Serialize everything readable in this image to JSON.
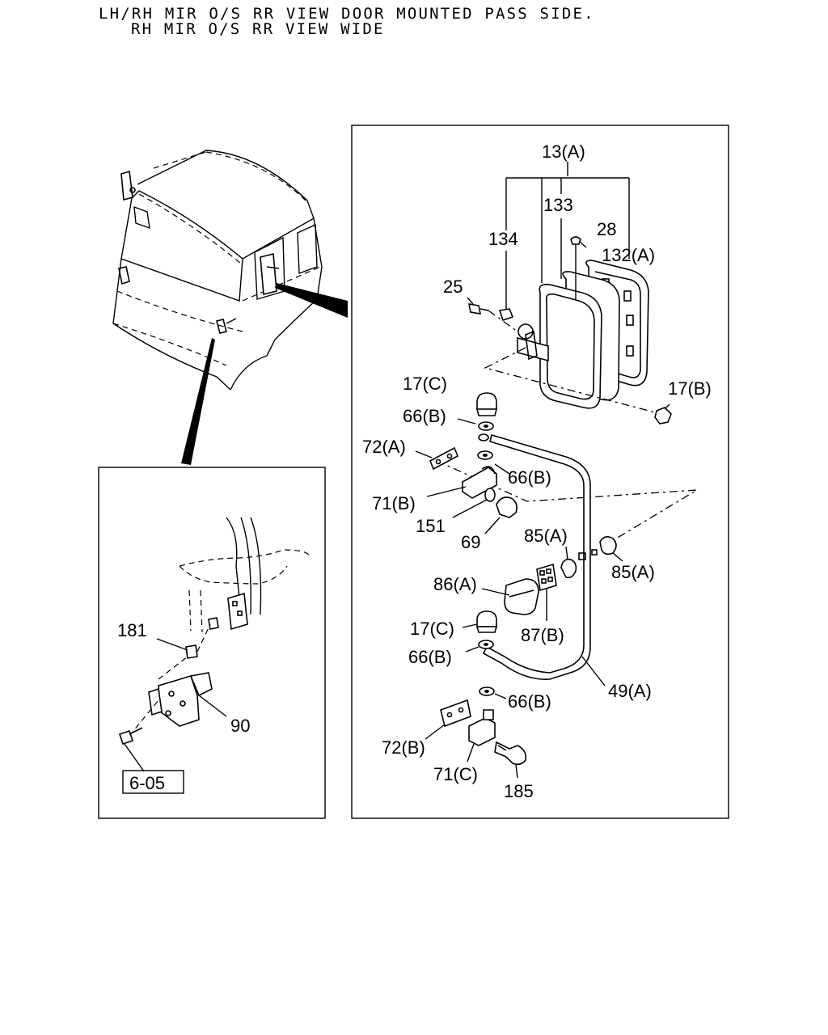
{
  "title": {
    "line1": "LH/RH MIR O/S RR VIEW DOOR MOUNTED PASS SIDE.",
    "line2": "RH MIR O/S RR VIEW WIDE"
  },
  "labels": {
    "p13a": "13(A)",
    "p133": "133",
    "p134": "134",
    "p28": "28",
    "p132a": "132(A)",
    "p25": "25",
    "p17c_top": "17(C)",
    "p17b": "17(B)",
    "p66b_1": "66(B)",
    "p72a": "72(A)",
    "p66b_2": "66(B)",
    "p71b": "71(B)",
    "p151": "151",
    "p69": "69",
    "p85a_1": "85(A)",
    "p85a_2": "85(A)",
    "p86a": "86(A)",
    "p17c_bot": "17(C)",
    "p87b": "87(B)",
    "p66b_3": "66(B)",
    "p49a": "49(A)",
    "p66b_4": "66(B)",
    "p72b": "72(B)",
    "p71c": "71(C)",
    "p185": "185",
    "p181": "181",
    "p90": "90",
    "ref605": "6-05"
  }
}
